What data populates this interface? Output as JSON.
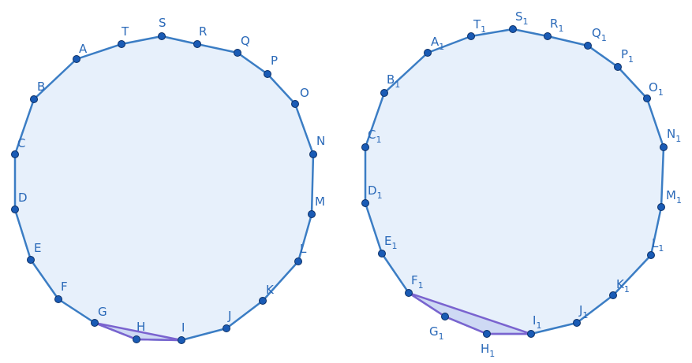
{
  "figures": [
    {
      "id": "left",
      "vertices": [
        "A",
        "T",
        "S",
        "R",
        "Q",
        "P",
        "O",
        "N",
        "M",
        "L",
        "K",
        "J",
        "I",
        "H",
        "G",
        "F",
        "E",
        "D",
        "C",
        "B"
      ],
      "labels": {
        "A": {
          "base": "A",
          "sub": ""
        },
        "T": {
          "base": "T",
          "sub": ""
        },
        "S": {
          "base": "S",
          "sub": ""
        },
        "R": {
          "base": "R",
          "sub": ""
        },
        "Q": {
          "base": "Q",
          "sub": ""
        },
        "P": {
          "base": "P",
          "sub": ""
        },
        "O": {
          "base": "O",
          "sub": ""
        },
        "N": {
          "base": "N",
          "sub": ""
        },
        "M": {
          "base": "M",
          "sub": ""
        },
        "L": {
          "base": "L",
          "sub": ""
        },
        "K": {
          "base": "K",
          "sub": ""
        },
        "J": {
          "base": "J",
          "sub": ""
        },
        "I": {
          "base": "I",
          "sub": ""
        },
        "H": {
          "base": "H",
          "sub": ""
        },
        "G": {
          "base": "G",
          "sub": ""
        },
        "F": {
          "base": "F",
          "sub": ""
        },
        "E": {
          "base": "E",
          "sub": ""
        },
        "D": {
          "base": "D",
          "sub": ""
        },
        "C": {
          "base": "C",
          "sub": ""
        },
        "B": {
          "base": "B",
          "sub": ""
        }
      },
      "highlight": [
        "G",
        "H",
        "I"
      ]
    },
    {
      "id": "right",
      "vertices": [
        "A1",
        "T1",
        "S1",
        "R1",
        "Q1",
        "P1",
        "O1",
        "N1",
        "M1",
        "L1",
        "K1",
        "J1",
        "I1",
        "H1",
        "G1",
        "F1",
        "E1",
        "D1",
        "C1",
        "B1"
      ],
      "labels": {
        "A1": {
          "base": "A",
          "sub": "1"
        },
        "T1": {
          "base": "T",
          "sub": "1"
        },
        "S1": {
          "base": "S",
          "sub": "1"
        },
        "R1": {
          "base": "R",
          "sub": "1"
        },
        "Q1": {
          "base": "Q",
          "sub": "1"
        },
        "P1": {
          "base": "P",
          "sub": "1"
        },
        "O1": {
          "base": "O",
          "sub": "1"
        },
        "N1": {
          "base": "N",
          "sub": "1"
        },
        "M1": {
          "base": "M",
          "sub": "1"
        },
        "L1": {
          "base": "L",
          "sub": "1"
        },
        "K1": {
          "base": "K",
          "sub": "1"
        },
        "J1": {
          "base": "J",
          "sub": "1"
        },
        "I1": {
          "base": "I",
          "sub": "1"
        },
        "H1": {
          "base": "H",
          "sub": "1"
        },
        "G1": {
          "base": "G",
          "sub": "1"
        },
        "F1": {
          "base": "F",
          "sub": "1"
        },
        "E1": {
          "base": "E",
          "sub": "1"
        },
        "D1": {
          "base": "D",
          "sub": "1"
        },
        "C1": {
          "base": "C",
          "sub": "1"
        },
        "B1": {
          "base": "B",
          "sub": "1"
        }
      },
      "highlight": [
        "F1",
        "G1",
        "H1",
        "I1"
      ]
    }
  ],
  "colors": {
    "polygon_fill": "#e7f0fb",
    "polygon_stroke": "#3b7dc4",
    "highlight_stroke": "#7a63cf",
    "point": "#1a5bb5",
    "label": "#2a69b8"
  }
}
